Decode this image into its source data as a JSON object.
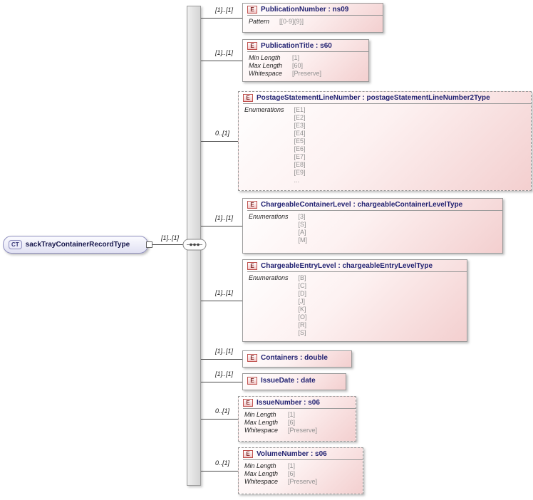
{
  "diagram": {
    "root": {
      "badge": "CT",
      "title": "sackTrayContainerRecordType",
      "cardinality": "[1]..[1]"
    },
    "elements": [
      {
        "badge": "E",
        "title": "PublicationNumber : ns09",
        "cardinality": "[1]..[1]",
        "facets": [
          {
            "name": "Pattern",
            "value": "[[0-9]{9}]"
          }
        ]
      },
      {
        "badge": "E",
        "title": "PublicationTitle : s60",
        "cardinality": "[1]..[1]",
        "facets": [
          {
            "name": "Min Length",
            "value": "[1]"
          },
          {
            "name": "Max Length",
            "value": "[60]"
          },
          {
            "name": "Whitespace",
            "value": "[Preserve]"
          }
        ]
      },
      {
        "badge": "E",
        "title": "PostageStatementLineNumber : postageStatementLineNumber2Type",
        "cardinality": "0..[1]",
        "enum": {
          "name": "Enumerations",
          "values": [
            "[E1]",
            "[E2]",
            "[E3]",
            "[E4]",
            "[E5]",
            "[E6]",
            "[E7]",
            "[E8]",
            "[E9]",
            "..."
          ]
        }
      },
      {
        "badge": "E",
        "title": "ChargeableContainerLevel : chargeableContainerLevelType",
        "cardinality": "[1]..[1]",
        "enum": {
          "name": "Enumerations",
          "values": [
            "[3]",
            "[S]",
            "[A]",
            "[M]"
          ]
        }
      },
      {
        "badge": "E",
        "title": "ChargeableEntryLevel : chargeableEntryLevelType",
        "cardinality": "[1]..[1]",
        "enum": {
          "name": "Enumerations",
          "values": [
            "[B]",
            "[C]",
            "[D]",
            "[J]",
            "[K]",
            "[O]",
            "[R]",
            "[S]"
          ]
        }
      },
      {
        "badge": "E",
        "title": "Containers : double",
        "cardinality": "[1]..[1]"
      },
      {
        "badge": "E",
        "title": "IssueDate : date",
        "cardinality": "[1]..[1]"
      },
      {
        "badge": "E",
        "title": "IssueNumber : s06",
        "cardinality": "0..[1]",
        "facets": [
          {
            "name": "Min Length",
            "value": "[1]"
          },
          {
            "name": "Max Length",
            "value": "[6]"
          },
          {
            "name": "Whitespace",
            "value": "[Preserve]"
          }
        ]
      },
      {
        "badge": "E",
        "title": "VolumeNumber : s06",
        "cardinality": "0..[1]",
        "facets": [
          {
            "name": "Min Length",
            "value": "[1]"
          },
          {
            "name": "Max Length",
            "value": "[6]"
          },
          {
            "name": "Whitespace",
            "value": "[Preserve]"
          }
        ]
      }
    ]
  }
}
